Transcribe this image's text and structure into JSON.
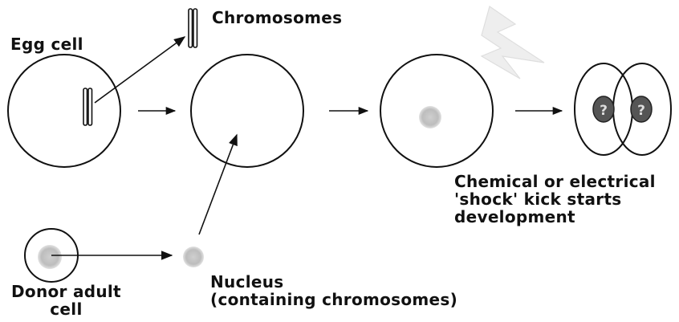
{
  "labels": {
    "egg_cell": "Egg cell",
    "chromosomes": "Chromosomes",
    "shock_line1": "Chemical or electrical",
    "shock_line2": "'shock' kick starts",
    "shock_line3": "development",
    "donor_line1": "Donor adult",
    "donor_line2": "cell",
    "nucleus_line1": "Nucleus",
    "nucleus_line2": "(containing chromosomes)"
  },
  "embryo_marks": [
    "?",
    "?"
  ],
  "colors": {
    "ink": "#111111",
    "nucleus_fill": "#b8b8b8",
    "embryo_nucleus_fill": "#555555",
    "lightning": "#d9d9d9"
  }
}
